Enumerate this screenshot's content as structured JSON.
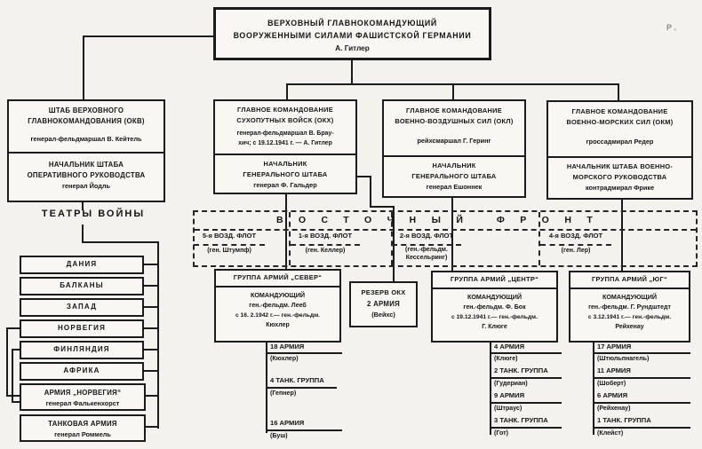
{
  "supreme": {
    "line1": "ВЕРХОВНЫЙ ГЛАВНОКОМАНДУЮЩИЙ",
    "line2": "ВООРУЖЕННЫМИ СИЛАМИ ФАШИСТСКОЙ ГЕРМАНИИ",
    "line3": "А. Гитлер"
  },
  "okw": {
    "title1": "ШТАБ ВЕРХОВНОГО",
    "title2": "ГЛАВНОКОМАНДОВАНИЯ (ОКВ)",
    "chief": "генерал-фельдмаршал В. Кейтель",
    "sub1": "НАЧАЛЬНИК ШТАБА",
    "sub2": "ОПЕРАТИВНОГО РУКОВОДСТВА",
    "sub_chief": "генерал Йодль"
  },
  "okh": {
    "title1": "ГЛАВНОЕ КОМАНДОВАНИЕ",
    "title2": "СУХОПУТНЫХ ВОЙСК (ОКХ)",
    "chief1": "генерал-фельдмаршал В. Брау-",
    "chief2": "хич; с 19.12.1941 г. — А. Гитлер",
    "sub1": "НАЧАЛЬНИК",
    "sub2": "ГЕНЕРАЛЬНОГО ШТАБА",
    "sub_chief": "генерал Ф. Гальдер"
  },
  "okl": {
    "title1": "ГЛАВНОЕ КОМАНДОВАНИЕ",
    "title2": "ВОЕННО-ВОЗДУШНЫХ СИЛ (ОКЛ)",
    "chief": "рейхсмаршал Г. Геринг",
    "sub1": "НАЧАЛЬНИК",
    "sub2": "ГЕНЕРАЛЬНОГО ШТАБА",
    "sub_chief": "генерал Ешоннек"
  },
  "okm": {
    "title1": "ГЛАВНОЕ КОМАНДОВАНИЕ",
    "title2": "ВОЕННО-МОРСКИХ СИЛ (ОКМ)",
    "chief": "гроссадмирал Редер",
    "sub1": "НАЧАЛЬНИК ШТАБА ВОЕННО-",
    "sub2": "МОРСКОГО РУКОВОДСТВА",
    "sub_chief": "контрадмирал Фрике"
  },
  "theaters": {
    "heading": "ТЕАТРЫ ВОЙНЫ",
    "items": [
      "ДАНИЯ",
      "БАЛКАНЫ",
      "ЗАПАД",
      "НОРВЕГИЯ",
      "ФИНЛЯНДИЯ",
      "АФРИКА"
    ]
  },
  "theater_armies": [
    {
      "name": "АРМИЯ „НОРВЕГИЯ“",
      "chief": "генерал Фалькенхорст"
    },
    {
      "name": "ТАНКОВАЯ АРМИЯ",
      "chief": "генерал Роммель"
    }
  ],
  "front": {
    "banner": "ВОСТОЧНЫЙ  ФРОНТ",
    "fleets": [
      {
        "name": "5-я ВОЗД. ФЛОТ",
        "chief": "(ген. Штумпф)"
      },
      {
        "name": "1-я ВОЗД. ФЛОТ",
        "chief": "(ген. Келлер)"
      },
      {
        "name": "2-я ВОЗД. ФЛОТ",
        "chief1": "(ген.-фельдм.",
        "chief2": "Кессельринг)"
      },
      {
        "name": "4-я ВОЗД. ФЛОТ",
        "chief": "(ген. Лер)"
      }
    ]
  },
  "reserve": {
    "line1": "РЕЗЕРВ ОКХ",
    "line2": "2 АРМИЯ",
    "line3": "(Вейхс)"
  },
  "groups": [
    {
      "title": "ГРУППА АРМИЙ „СЕВЕР“",
      "cmd": "КОМАНДУЮЩИЙ",
      "c1": "ген.-фельдм. Лееб",
      "c2": "с 16. 2.1942 г.— ген.-фельдм.",
      "c3": "Кюхлер",
      "units": [
        {
          "name": "18 АРМИЯ",
          "chief": "(Кюхлер)"
        },
        {
          "name": "4 ТАНК. ГРУППА",
          "chief": "(Гепнер)"
        },
        {
          "name": "16 АРМИЯ",
          "chief": "(Буш)"
        }
      ]
    },
    {
      "title": "ГРУППА АРМИЙ „ЦЕНТР“",
      "cmd": "КОМАНДУЮЩИЙ",
      "c1": "ген.-фельдм. Ф. Бок",
      "c2": "с 19.12.1941 г.— ген.-фельдм.",
      "c3": "Г. Клюге",
      "units": [
        {
          "name": "4 АРМИЯ",
          "chief": "(Клюге)"
        },
        {
          "name": "2 ТАНК. ГРУППА",
          "chief": "(Гудериан)"
        },
        {
          "name": "9 АРМИЯ",
          "chief": "(Штраус)"
        },
        {
          "name": "3 ТАНК. ГРУППА",
          "chief": "(Гот)"
        }
      ]
    },
    {
      "title": "ГРУППА АРМИЙ „ЮГ“",
      "cmd": "КОМАНДУЮЩИЙ",
      "c1": "ген.-фельдм. Г. Рундштедт",
      "c2": "с 3.12.1941 г.— ген.-фельдм.",
      "c3": "Рейхенау",
      "units": [
        {
          "name": "17 АРМИЯ",
          "chief": "(Штюльпнагель)"
        },
        {
          "name": "11 АРМИЯ",
          "chief": "(Шоберт)"
        },
        {
          "name": "6 АРМИЯ",
          "chief": "(Рейхенау)"
        },
        {
          "name": "1 ТАНК. ГРУППА",
          "chief": "(Клейст)"
        }
      ]
    }
  ],
  "artifacts": {
    "mark1": "Р ."
  }
}
